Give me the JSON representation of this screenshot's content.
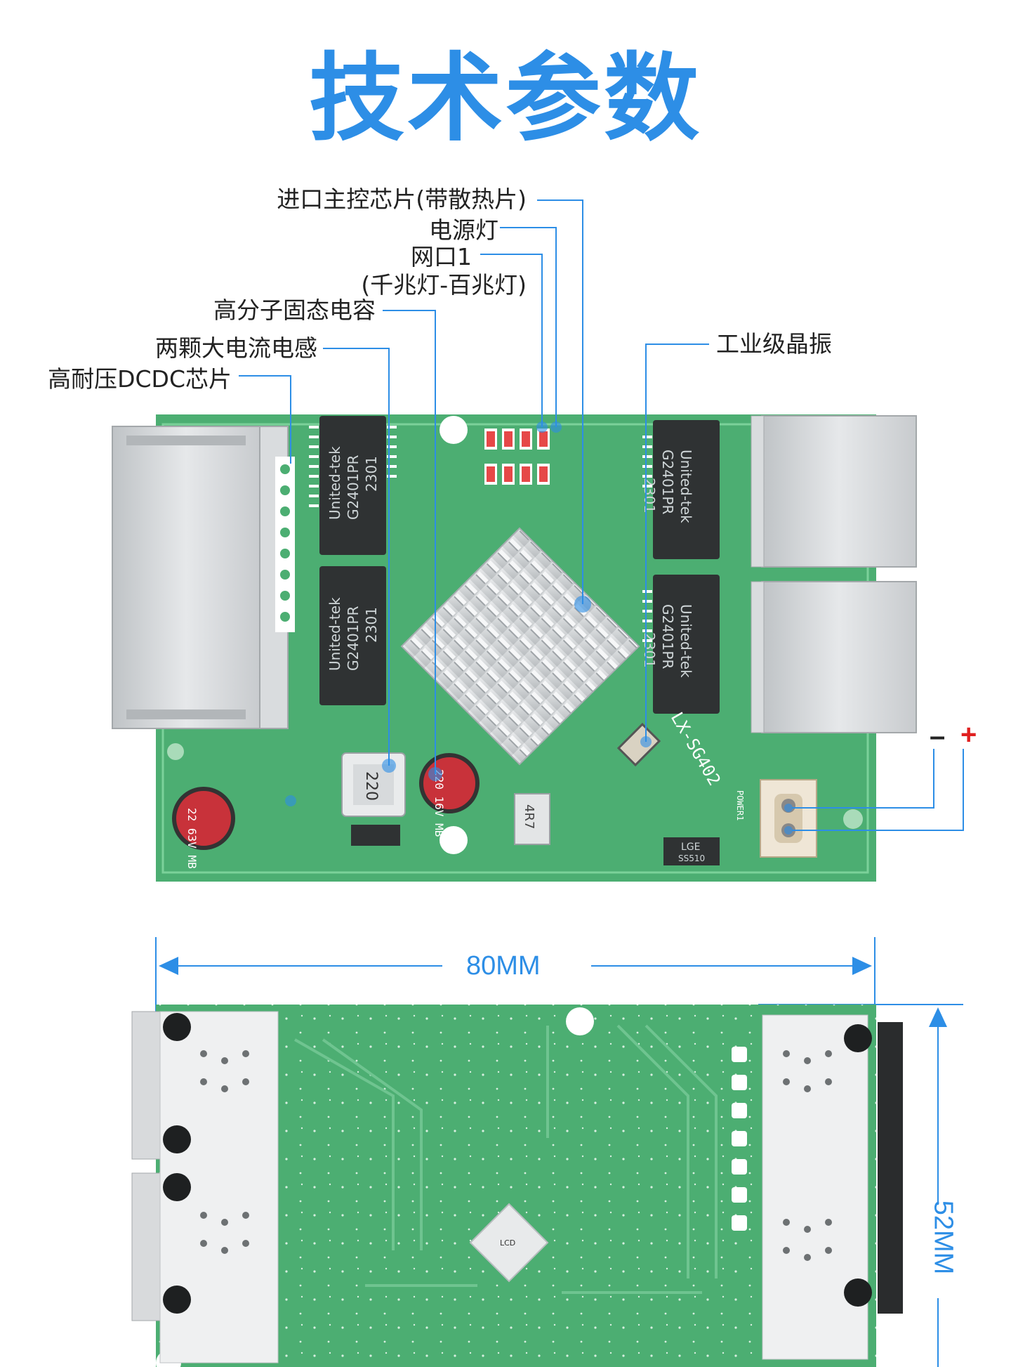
{
  "title": "技术参数",
  "callouts": {
    "main_chip": "进口主控芯片(带散热片)",
    "power_led": "电源灯",
    "port1_line1": "网口1",
    "port1_line2": "(千兆灯-百兆灯)",
    "capacitor": "高分子固态电容",
    "inductor": "两颗大电流电感",
    "dcdc": "高耐压DCDC芯片",
    "crystal": "工业级晶振"
  },
  "polarity": {
    "minus": "–",
    "plus": "+"
  },
  "dimensions": {
    "width_label": "80MM",
    "height_label": "52MM"
  },
  "board": {
    "model": "LX-SG402",
    "transformer_brand": "United-tek",
    "transformer_part": "G2401PR",
    "transformer_date": "2301",
    "inductor_value": "220",
    "cap_small": "22\n63V\nMB",
    "cap_large": "220\n16V\nMB",
    "small_inductor": "4R7",
    "diode_brand": "LGE",
    "diode_part": "SS510",
    "power_label": "POWER1",
    "bottom_chip": "LCD"
  },
  "colors": {
    "accent": "#2d8ee6",
    "pcb_green": "#4cae72",
    "pcb_light": "#7bc99a",
    "metal": "#d4d6d8",
    "minus": "#222222",
    "plus": "#e02020"
  }
}
